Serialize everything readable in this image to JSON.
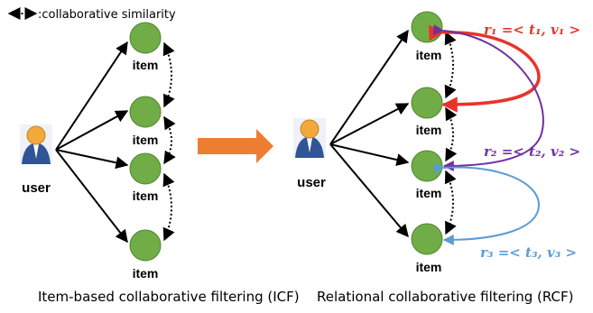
{
  "legend": {
    "text": ":collaborative similarity"
  },
  "icf": {
    "user_label": "user",
    "item_labels": [
      "item",
      "item",
      "item",
      "item"
    ],
    "caption": "Item-based collaborative filtering (ICF)"
  },
  "rcf": {
    "user_label": "user",
    "item_labels": [
      "item",
      "item",
      "item",
      "item"
    ],
    "caption": "Relational collaborative filtering (RCF)",
    "relations": [
      {
        "text": "r₁ =< t₁, v₁ >",
        "color": "#e8342b"
      },
      {
        "text": "r₂ =< t₂, v₂ >",
        "color": "#7030a0"
      },
      {
        "text": "r₃ =< t₃, v₃ >",
        "color": "#5b9bd5"
      }
    ]
  },
  "colors": {
    "item_fill": "#70ad47",
    "item_stroke": "#548235",
    "arrow": "#ed7d31",
    "user_head": "#f2a93b",
    "user_body": "#2f5597"
  }
}
